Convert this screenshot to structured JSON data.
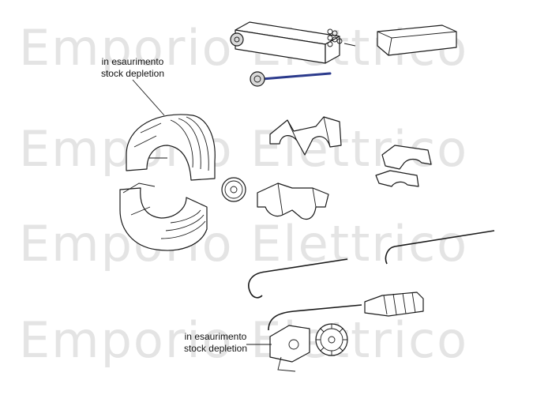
{
  "watermark": {
    "lines": [
      "Emporio Elettrico",
      "Emporio Elettrico",
      "Emporio Elettrico",
      "Emporio Elettrico"
    ]
  },
  "annotations": [
    {
      "line1": "in esaurimento",
      "line2": "stock depletion"
    },
    {
      "line1": "in esaurimento",
      "line2": "stock depletion"
    }
  ],
  "colors": {
    "outline": "#1a1a1a",
    "axle": "#2b3a8c",
    "watermark": "#e4e4e4"
  }
}
